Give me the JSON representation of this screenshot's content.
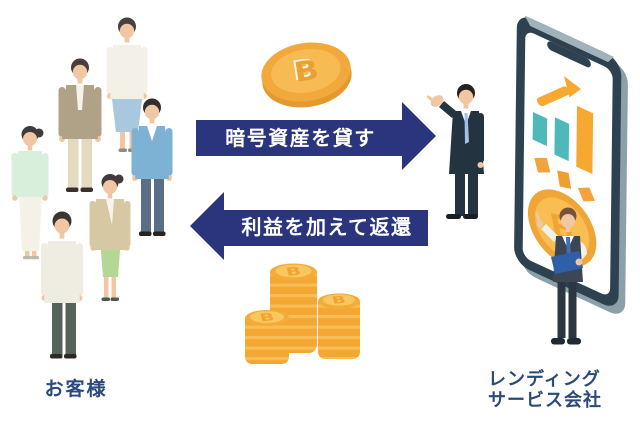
{
  "labels": {
    "customers": "お客様",
    "company_line1": "レンディング",
    "company_line2": "サービス会社"
  },
  "arrows": {
    "lend": {
      "label": "暗号資産を貸す",
      "direction": "right"
    },
    "return": {
      "label": "利益を加えて返還",
      "direction": "left"
    }
  },
  "coins": {
    "symbol": "B"
  },
  "diagram": {
    "type": "flow",
    "nodes": [
      {
        "id": "customers",
        "label": "お客様"
      },
      {
        "id": "lending-company",
        "label": "レンディングサービス会社"
      }
    ],
    "flows": [
      {
        "from": "customers",
        "to": "lending-company",
        "label": "暗号資産を貸す"
      },
      {
        "from": "lending-company",
        "to": "customers",
        "label": "利益を加えて返還"
      }
    ]
  },
  "colors": {
    "arrow_blue": "#2B357D",
    "label_navy": "#2B4A7C",
    "coin_gold": "#F5A733",
    "coin_gold_light": "#F9BE52",
    "coin_gold_dark": "#E89C2F",
    "chart_teal": "#4FB9B9",
    "chart_orange": "#F5A930",
    "phone_frame": "#2E4150",
    "suit_dark": "#233340"
  }
}
